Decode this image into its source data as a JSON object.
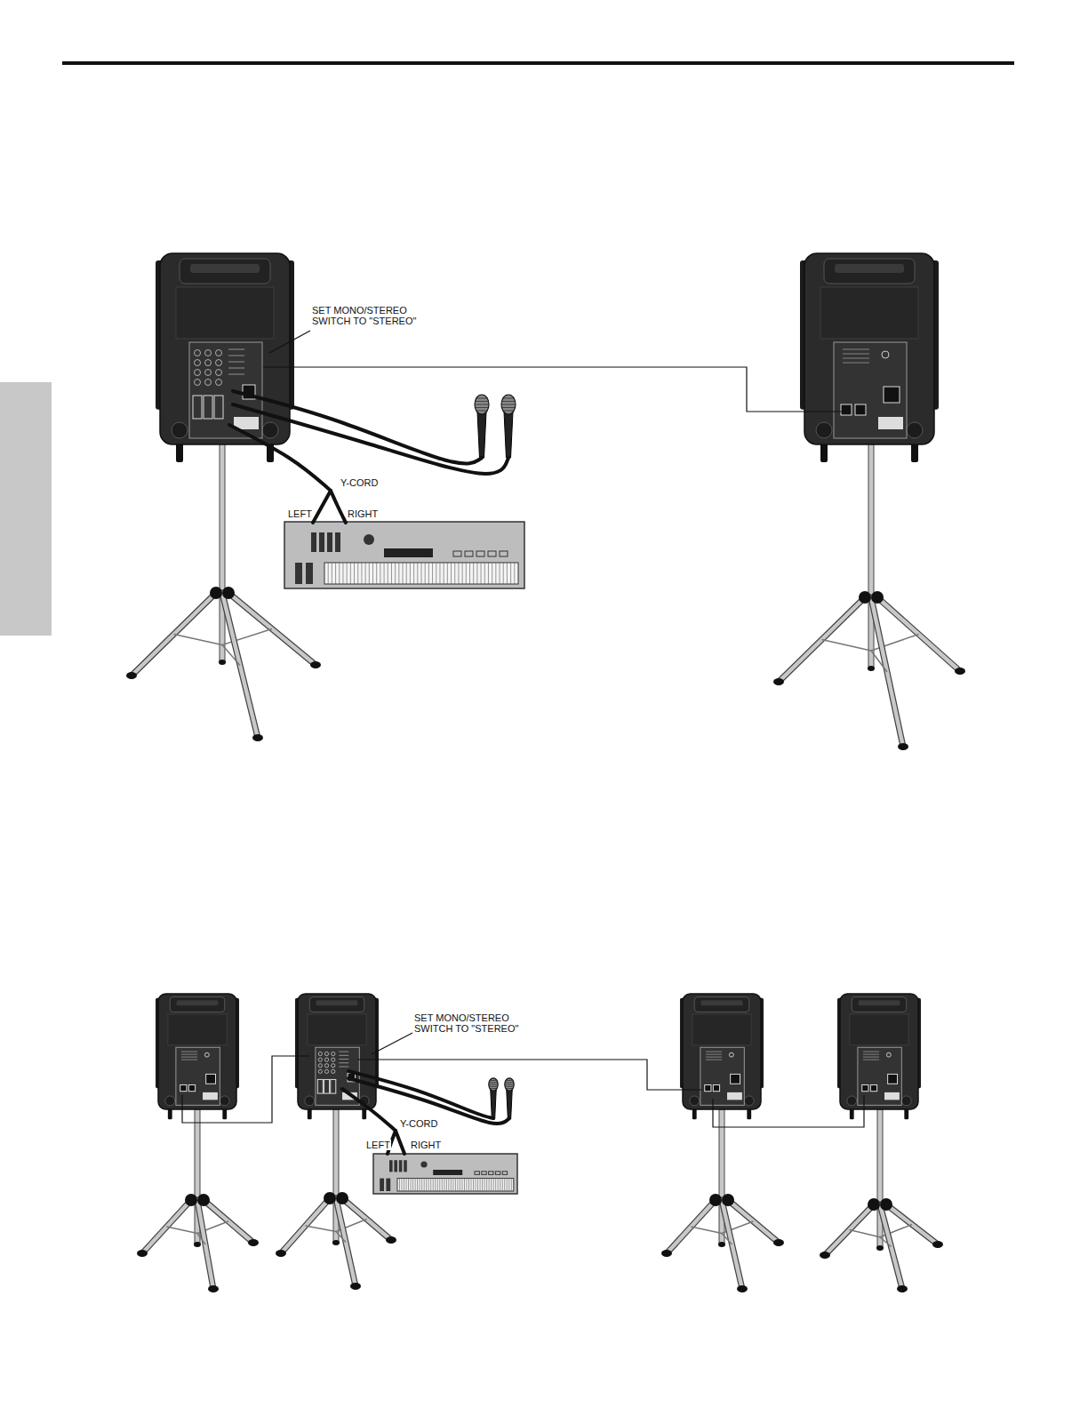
{
  "diagram": {
    "labels": [
      "SET MONO/STEREO SWITCH TO \"STEREO\"",
      "Y-CORD",
      "LEFT",
      "RIGHT",
      "SET MONO/STEREO SWITCH TO \"STEREO\"",
      "Y-CORD",
      "LEFT",
      "RIGHT"
    ]
  }
}
